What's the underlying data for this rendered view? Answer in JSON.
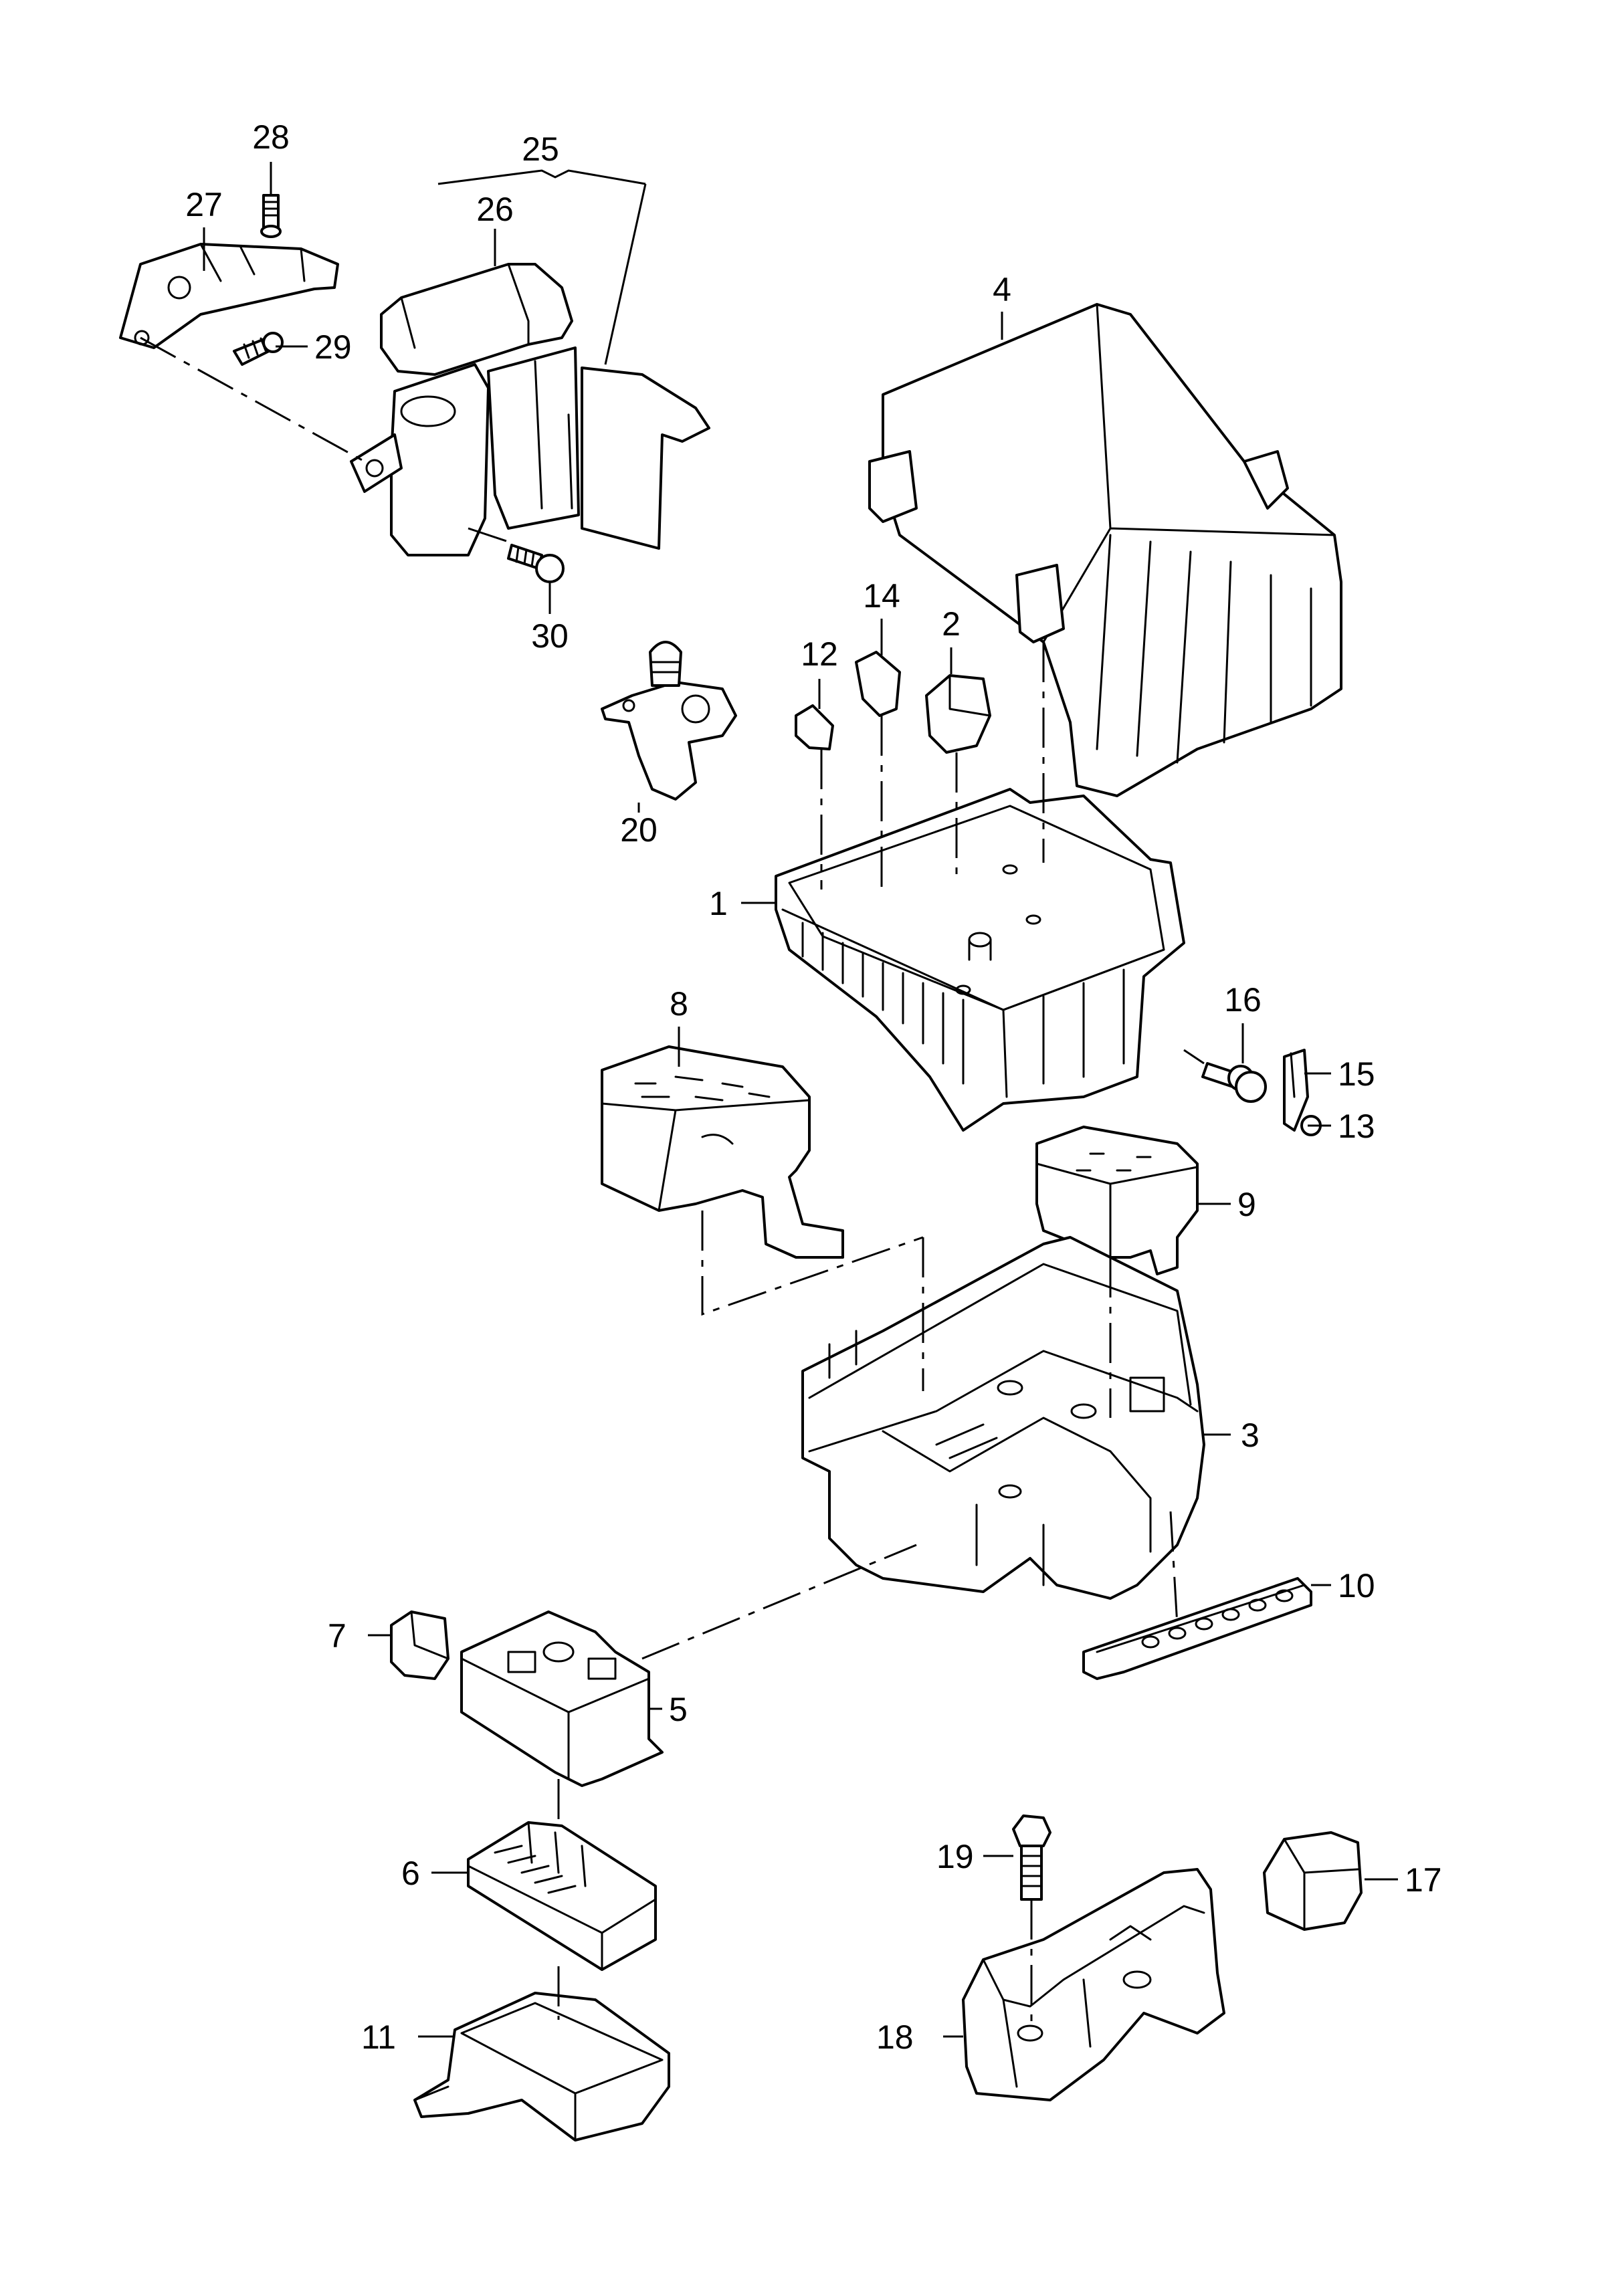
{
  "diagram": {
    "callouts": [
      {
        "id": "1",
        "label": "1"
      },
      {
        "id": "2",
        "label": "2"
      },
      {
        "id": "3",
        "label": "3"
      },
      {
        "id": "4",
        "label": "4"
      },
      {
        "id": "5",
        "label": "5"
      },
      {
        "id": "6",
        "label": "6"
      },
      {
        "id": "7",
        "label": "7"
      },
      {
        "id": "8",
        "label": "8"
      },
      {
        "id": "9",
        "label": "9"
      },
      {
        "id": "10",
        "label": "10"
      },
      {
        "id": "11",
        "label": "11"
      },
      {
        "id": "12",
        "label": "12"
      },
      {
        "id": "13",
        "label": "13"
      },
      {
        "id": "14",
        "label": "14"
      },
      {
        "id": "15",
        "label": "15"
      },
      {
        "id": "16",
        "label": "16"
      },
      {
        "id": "17",
        "label": "17"
      },
      {
        "id": "18",
        "label": "18"
      },
      {
        "id": "19",
        "label": "19"
      },
      {
        "id": "20",
        "label": "20"
      },
      {
        "id": "25",
        "label": "25"
      },
      {
        "id": "26",
        "label": "26"
      },
      {
        "id": "27",
        "label": "27"
      },
      {
        "id": "28",
        "label": "28"
      },
      {
        "id": "29",
        "label": "29"
      },
      {
        "id": "30",
        "label": "30"
      }
    ]
  }
}
